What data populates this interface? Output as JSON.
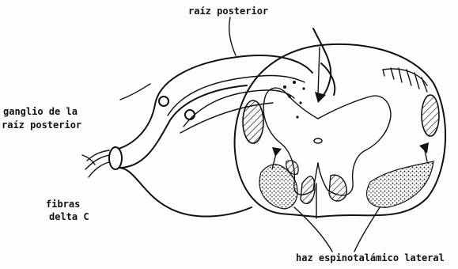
{
  "labels": {
    "top": "raíz posterior",
    "ganglion_line1": "ganglio de la",
    "ganglion_line2": "raíz posterior",
    "fibers_line1": "fibras",
    "fibers_line2": "delta C",
    "bottom": "haz espinotalámico lateral"
  }
}
